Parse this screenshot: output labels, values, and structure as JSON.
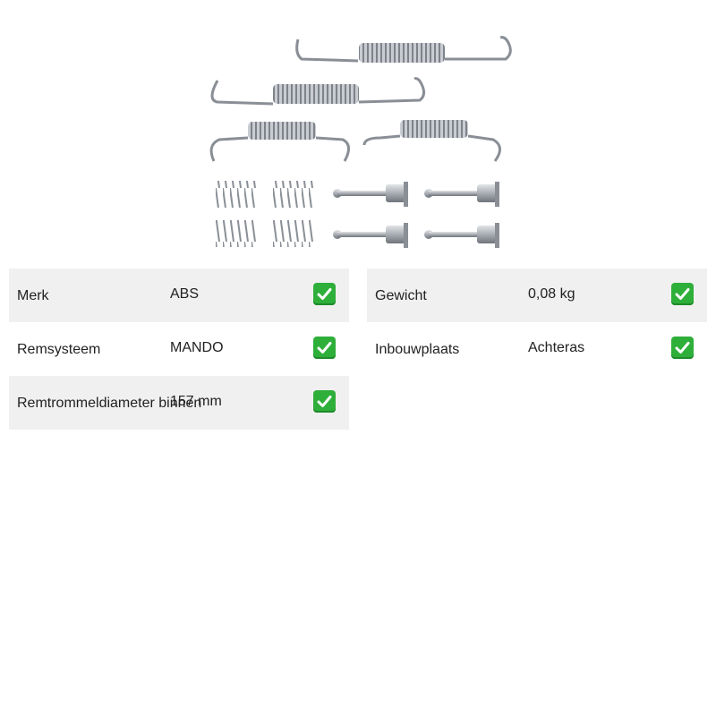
{
  "product": {
    "image_icon": "brake-spring-kit-image"
  },
  "specs_left": [
    {
      "label": "Merk",
      "value": "ABS",
      "check": "check-icon"
    },
    {
      "label": "Remsysteem",
      "value": "MANDO",
      "check": "check-icon"
    },
    {
      "label": "Remtrommeldiameter binnen",
      "value": "157 mm",
      "check": "check-icon"
    }
  ],
  "specs_right": [
    {
      "label": "Gewicht",
      "value": "0,08 kg",
      "check": "check-icon"
    },
    {
      "label": "Inbouwplaats",
      "value": "Achteras",
      "check": "check-icon"
    }
  ],
  "colors": {
    "row_shade": "#f0f0f0",
    "check_green": "#2eaf3a",
    "metal": "#9a9fa6"
  }
}
